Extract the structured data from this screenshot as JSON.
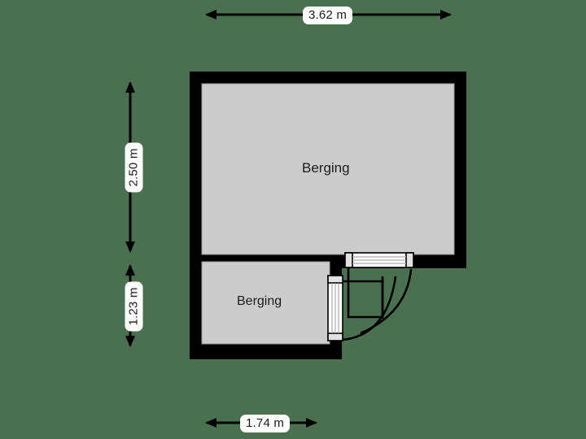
{
  "page": {
    "title": "Floor plan",
    "background_color": "#4a7050",
    "wall_color": "#000000",
    "room_fill_color": "#cccccc",
    "label_background_color": "#ffffff",
    "text_color": "#1a1a1a"
  },
  "dimensions": {
    "top": {
      "value": "3.62 m",
      "orientation": "horizontal",
      "describes": "overall building width"
    },
    "bottom": {
      "value": "1.74 m",
      "orientation": "horizontal",
      "describes": "lower storage room width"
    },
    "left_upper": {
      "value": "2.50 m",
      "orientation": "vertical",
      "describes": "upper storage room depth"
    },
    "left_lower": {
      "value": "1.23 m",
      "orientation": "vertical",
      "describes": "lower storage room depth"
    }
  },
  "rooms": [
    {
      "id": "main",
      "name": "Berging",
      "fill": "#cccccc"
    },
    {
      "id": "second",
      "name": "Berging",
      "fill": "#cccccc"
    }
  ],
  "openings": [
    {
      "id": "door-main-south",
      "type": "swing-door",
      "orientation": "horizontal",
      "wall": "south wall of main storage room"
    },
    {
      "id": "door-second-east",
      "type": "swing-door",
      "orientation": "vertical",
      "wall": "east wall of lower storage room"
    }
  ]
}
